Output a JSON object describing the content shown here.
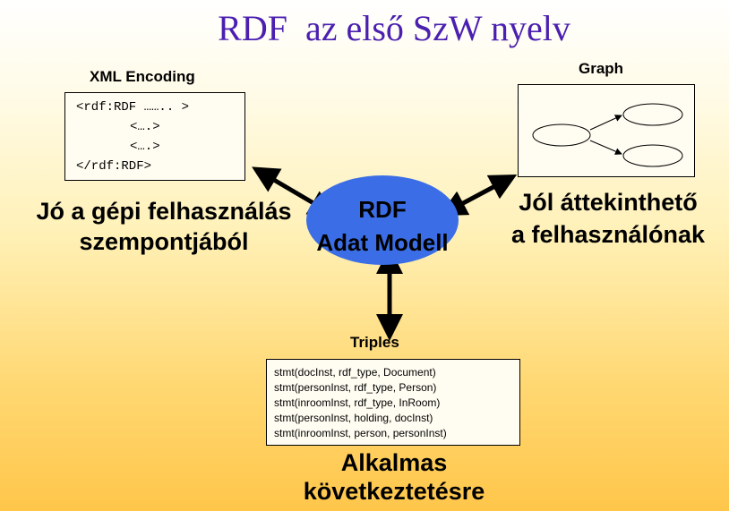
{
  "title": "RDF  az első SzW nyelv",
  "xml": {
    "label": "XML Encoding",
    "lines": [
      "<rdf:RDF …….. >",
      "<….>",
      "<….>",
      "</rdf:RDF>"
    ],
    "caption_line1": "Jó a gépi felhasználás",
    "caption_line2": "szempontjából"
  },
  "graph": {
    "label": "Graph",
    "caption_line1": "Jól áttekinthető",
    "caption_line2": "a felhasználónak"
  },
  "center": {
    "line1": "RDF",
    "line2": "Adat Modell",
    "color": "#3b6ee6"
  },
  "triples": {
    "label": "Triples",
    "lines": [
      "stmt(docInst, rdf_type, Document)",
      "stmt(personInst, rdf_type, Person)",
      "stmt(inroomInst, rdf_type, InRoom)",
      "stmt(personInst, holding, docInst)",
      "stmt(inroomInst, person, personInst)"
    ],
    "caption_line1": "Alkalmas",
    "caption_line2": "következtetésre"
  }
}
